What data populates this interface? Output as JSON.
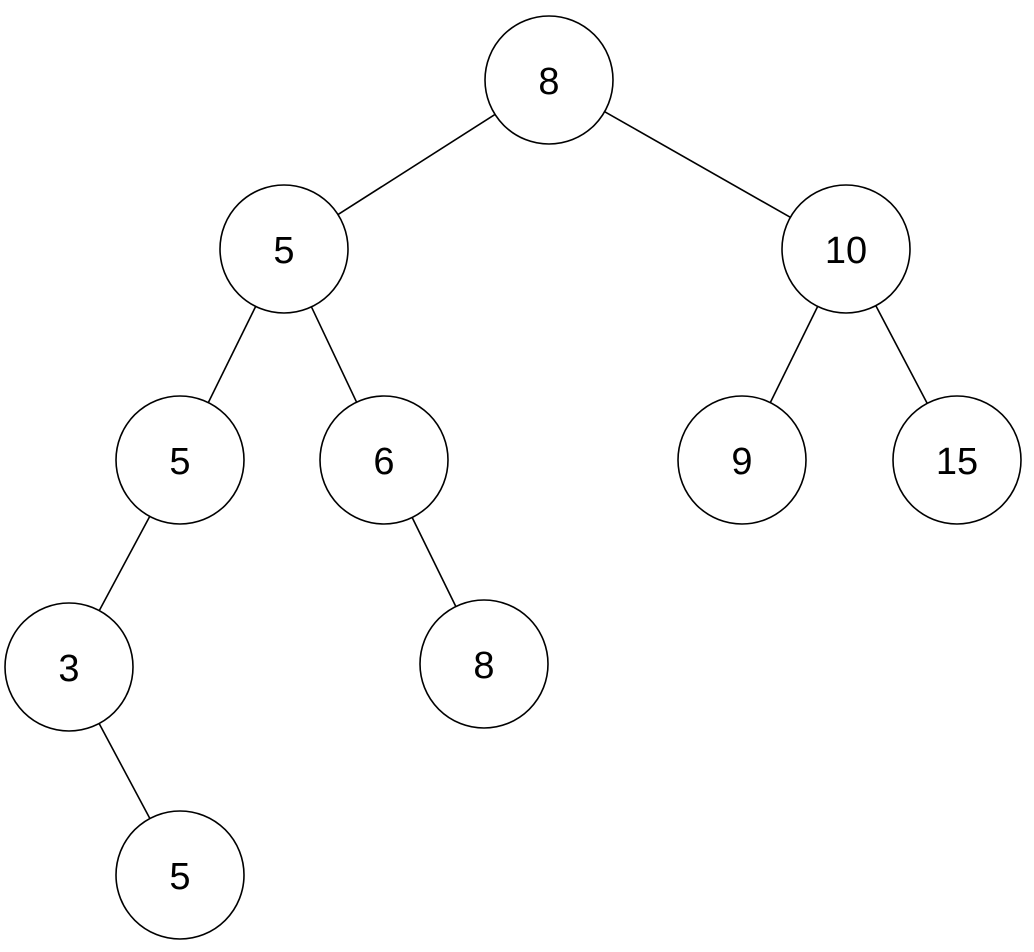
{
  "tree": {
    "nodes": [
      {
        "id": "n1",
        "value": "8"
      },
      {
        "id": "n2",
        "value": "5"
      },
      {
        "id": "n3",
        "value": "10"
      },
      {
        "id": "n4",
        "value": "5"
      },
      {
        "id": "n5",
        "value": "6"
      },
      {
        "id": "n6",
        "value": "9"
      },
      {
        "id": "n7",
        "value": "15"
      },
      {
        "id": "n8",
        "value": "3"
      },
      {
        "id": "n9",
        "value": "8"
      },
      {
        "id": "n10",
        "value": "5"
      }
    ],
    "edges": [
      {
        "from": "n1",
        "to": "n2"
      },
      {
        "from": "n1",
        "to": "n3"
      },
      {
        "from": "n2",
        "to": "n4"
      },
      {
        "from": "n2",
        "to": "n5"
      },
      {
        "from": "n3",
        "to": "n6"
      },
      {
        "from": "n3",
        "to": "n7"
      },
      {
        "from": "n4",
        "to": "n8"
      },
      {
        "from": "n5",
        "to": "n9"
      },
      {
        "from": "n8",
        "to": "n10"
      }
    ]
  },
  "colors": {
    "stroke": "#000000",
    "node_fill": "#ffffff",
    "background": "#ffffff"
  }
}
